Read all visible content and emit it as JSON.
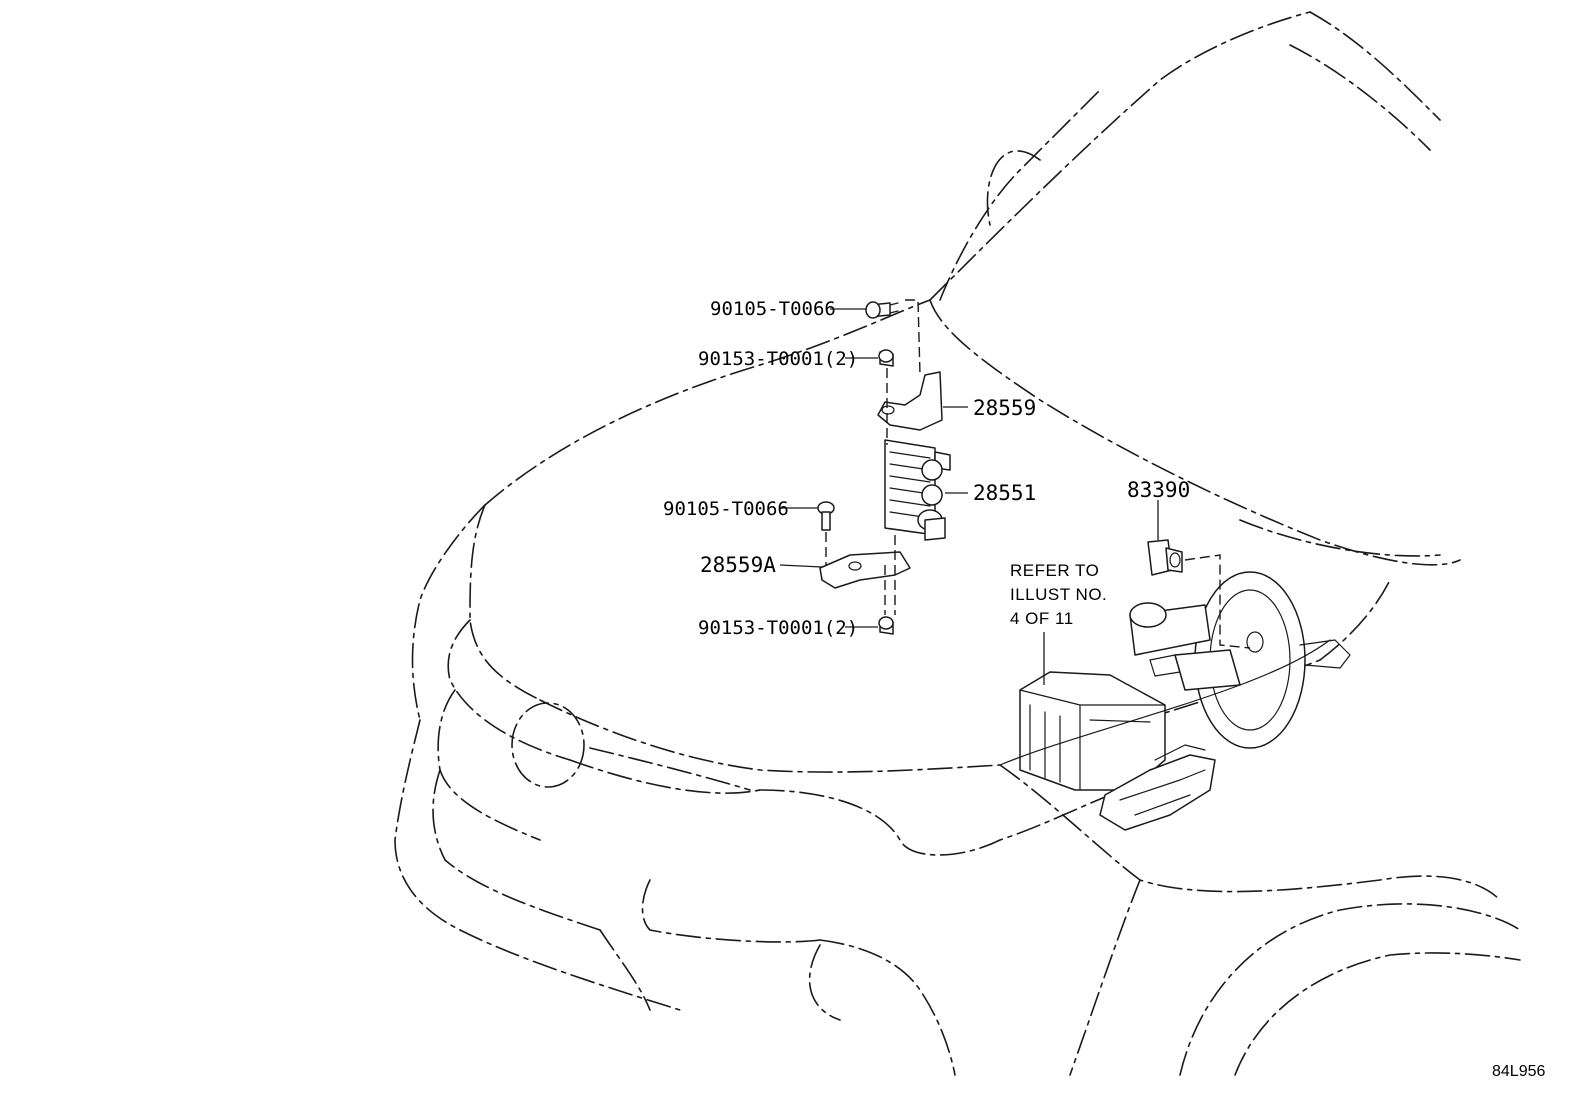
{
  "parts": {
    "bolt_upper": "90105-T0066",
    "nut_upper": "90153-T0001(2)",
    "bracket": "28559",
    "relay": "28551",
    "bolt_lower": "90105-T0066",
    "bracket_lower": "28559A",
    "nut_lower": "90153-T0001(2)",
    "switch": "83390"
  },
  "reference_note": {
    "line1": "REFER TO",
    "line2": "ILLUST NO.",
    "line3": "4 OF 11"
  },
  "illustration_code": "84L956"
}
